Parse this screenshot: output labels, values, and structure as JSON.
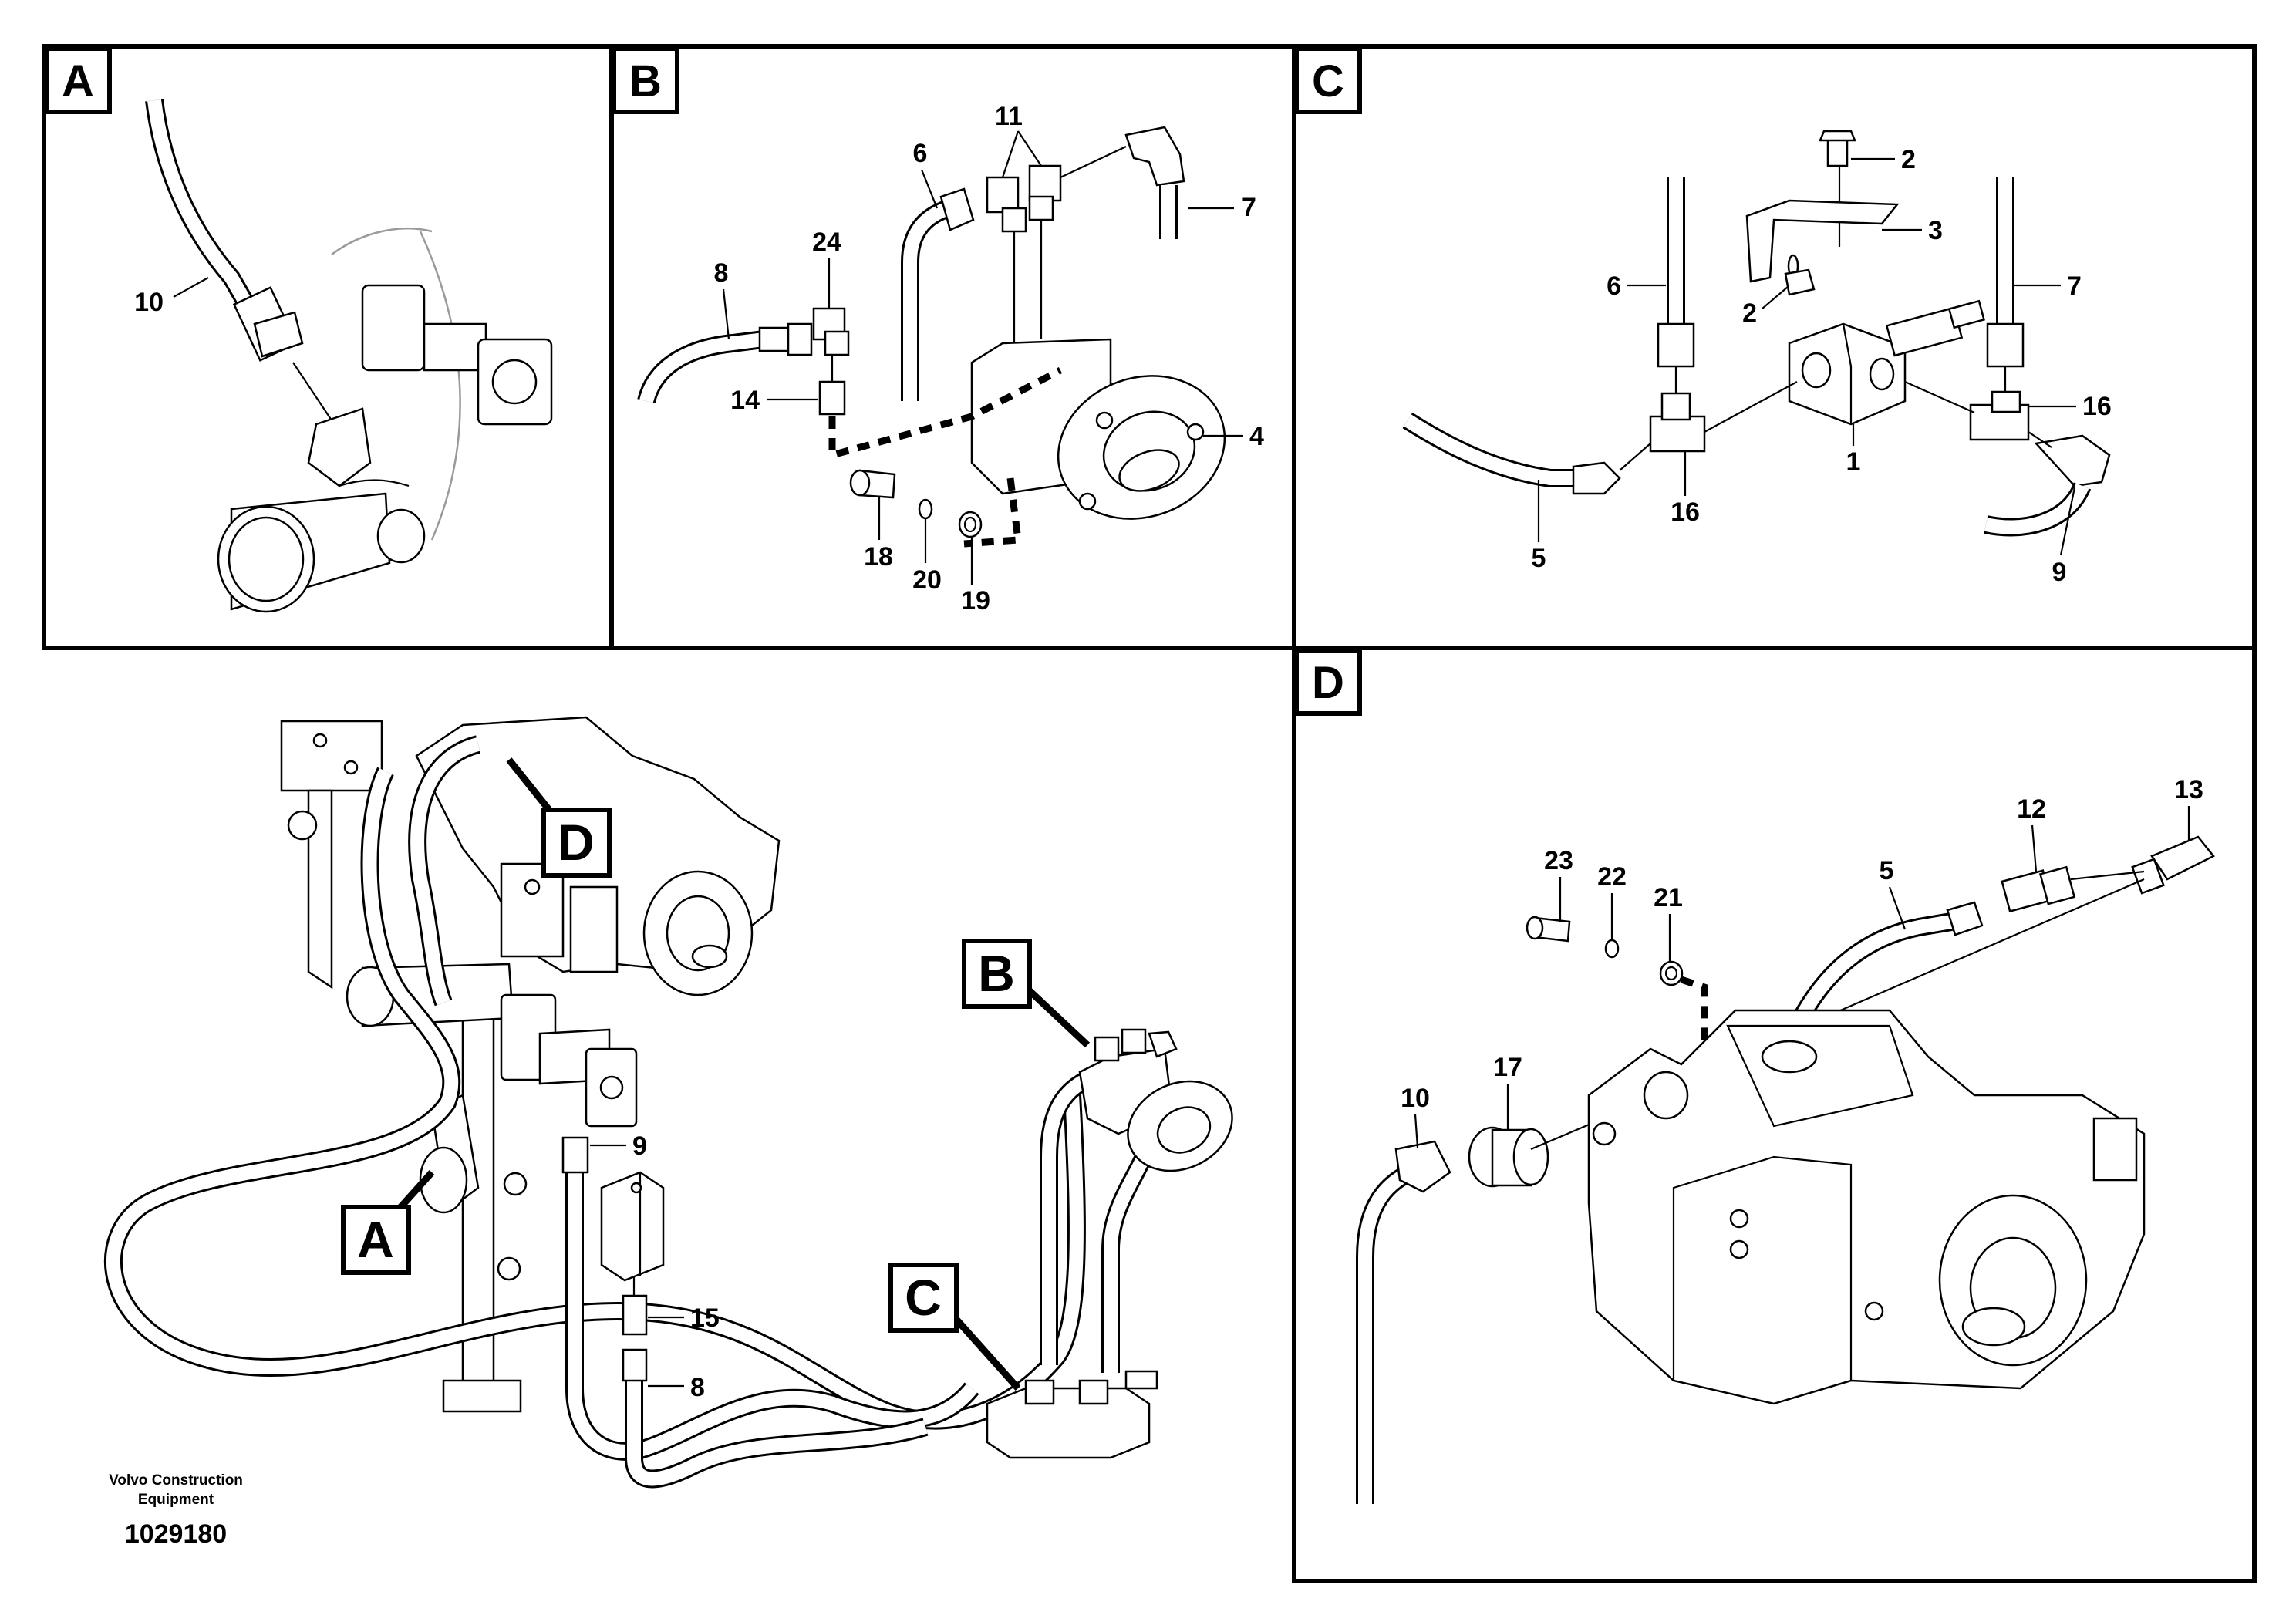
{
  "panels": [
    {
      "letter": "A"
    },
    {
      "letter": "B"
    },
    {
      "letter": "C"
    },
    {
      "letter": "D"
    }
  ],
  "callouts": {
    "A": {
      "hose": "10"
    },
    "B": {
      "tees": "11",
      "hose_left": "6",
      "hose_right": "7",
      "hose_8": "8",
      "elbow": "24",
      "nipple": "14",
      "pump": "4",
      "screw": "18",
      "washer": "20",
      "oring": "19"
    },
    "C": {
      "screw_top": "2",
      "bracket": "3",
      "hose_6": "6",
      "hose_7": "7",
      "screw_side": "2",
      "tee_right": "16",
      "valve_block": "1",
      "tee_left": "16",
      "hose_5": "5",
      "hose_9": "9"
    },
    "D": {
      "screw": "23",
      "washer": "22",
      "oring": "21",
      "hose_5": "5",
      "adapter_12": "12",
      "fitting_13": "13",
      "hose_10": "10",
      "adapter_17": "17"
    },
    "main": {
      "hose_9": "9",
      "fitting_15": "15",
      "hose_8": "8"
    }
  },
  "detail_markers": {
    "A": "A",
    "B": "B",
    "C": "C",
    "D": "D"
  },
  "footer": {
    "company_line1": "Volvo Construction",
    "company_line2": "Equipment",
    "drawing_number": "1029180"
  }
}
